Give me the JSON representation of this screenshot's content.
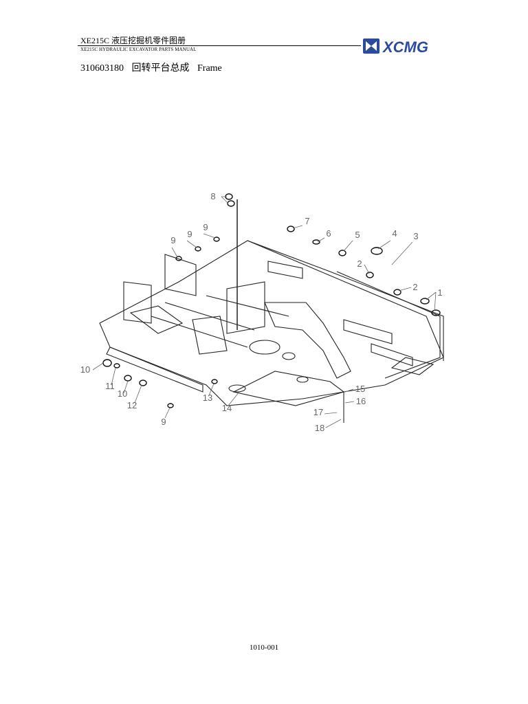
{
  "header": {
    "title": "XE215C 液压挖掘机零件图册",
    "subtitle": "XE215C HYDRAULIC EXCAVATOR PARTS MANUAL",
    "logo_text": "XCMG"
  },
  "part": {
    "number": "310603180",
    "name_cn": "回转平台总成",
    "name_en": "Frame"
  },
  "callouts": [
    "1",
    "2",
    "2",
    "3",
    "4",
    "5",
    "6",
    "7",
    "8",
    "9",
    "9",
    "9",
    "9",
    "10",
    "10",
    "11",
    "12",
    "13",
    "14",
    "15",
    "16",
    "17",
    "18"
  ],
  "footer": {
    "page": "1010-001"
  }
}
